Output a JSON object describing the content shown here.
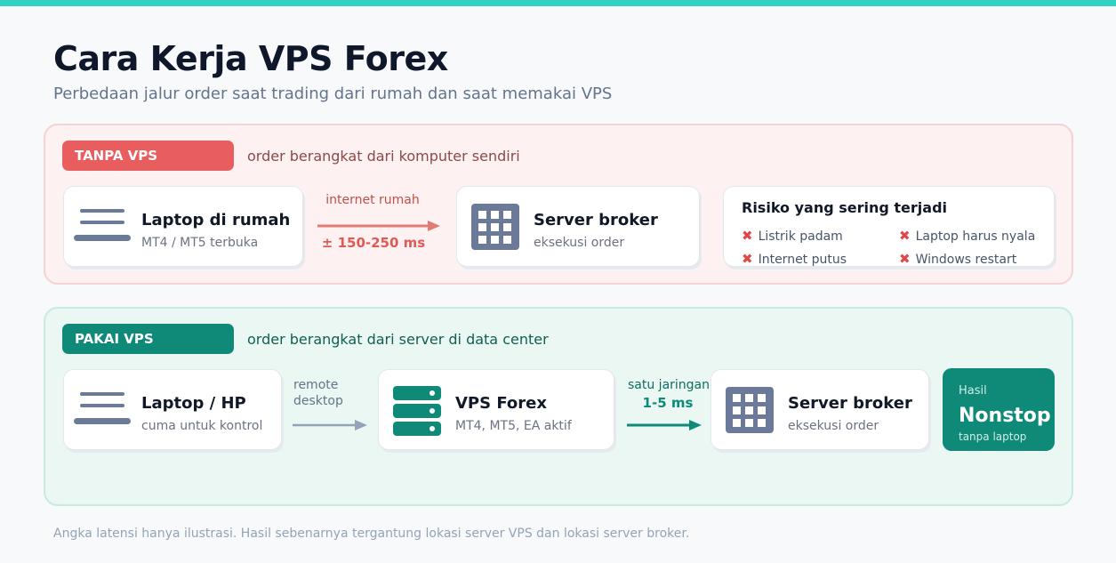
{
  "title": "Cara Kerja VPS Forex",
  "subtitle": "Perbedaan jalur order saat trading dari rumah dan saat memakai VPS",
  "without_vps": {
    "tag": "TANPA VPS",
    "note": "order berangkat dari komputer sendiri",
    "laptop": {
      "name": "Laptop di rumah",
      "desc": "MT4 / MT5 terbuka",
      "icon": "laptop-icon"
    },
    "connection": {
      "label": "internet rumah",
      "value": "± 150-250 ms"
    },
    "broker": {
      "name": "Server broker",
      "desc": "eksekusi order",
      "icon": "building-icon"
    },
    "risks": {
      "title": "Risiko yang sering terjadi",
      "items": [
        "Listrik padam",
        "Laptop harus nyala",
        "Internet putus",
        "Windows restart"
      ]
    }
  },
  "with_vps": {
    "tag": "PAKAI VPS",
    "note": "order berangkat dari server di data center",
    "laptop": {
      "name": "Laptop / HP",
      "desc": "cuma untuk kontrol",
      "icon": "laptop-icon"
    },
    "remote": {
      "line1": "remote",
      "line2": "desktop"
    },
    "vps": {
      "name": "VPS Forex",
      "desc": "MT4, MT5, EA aktif",
      "icon": "server-stack-icon"
    },
    "connection": {
      "label": "satu jaringan",
      "value": "1-5 ms"
    },
    "broker": {
      "name": "Server broker",
      "desc": "eksekusi order",
      "icon": "building-icon"
    },
    "result": {
      "label": "Hasil",
      "value": "Nonstop",
      "sub": "tanpa laptop"
    }
  },
  "footnote": "Angka latensi hanya ilustrasi. Hasil sebenarnya tergantung lokasi server VPS dan lokasi server broker.",
  "colors": {
    "accent_top": "#2dd4bf",
    "red": "#e85d5d",
    "teal": "#0f8a78",
    "icon_slate": "#6b7a99"
  }
}
